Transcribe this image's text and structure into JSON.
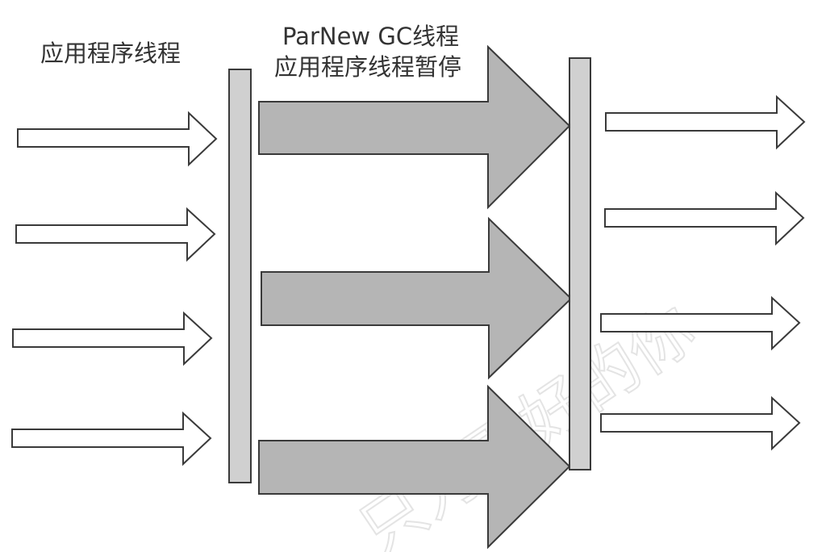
{
  "labels": {
    "app_threads": "应用程序线程",
    "gc_thread": "ParNew GC线程",
    "app_paused": "应用程序线程暂停"
  },
  "watermark": "只为更好的你",
  "colors": {
    "thin_arrow_fill": "#ffffff",
    "gc_arrow_fill": "#b5b5b5",
    "barrier_fill": "#d0d0d0",
    "stroke": "#3a3a3a",
    "text": "#333333",
    "watermark": "#e4e4e4"
  },
  "diagram": {
    "left_thread_arrows": 4,
    "gc_thread_arrows": 3,
    "right_thread_arrows": 4,
    "barriers": 2
  }
}
